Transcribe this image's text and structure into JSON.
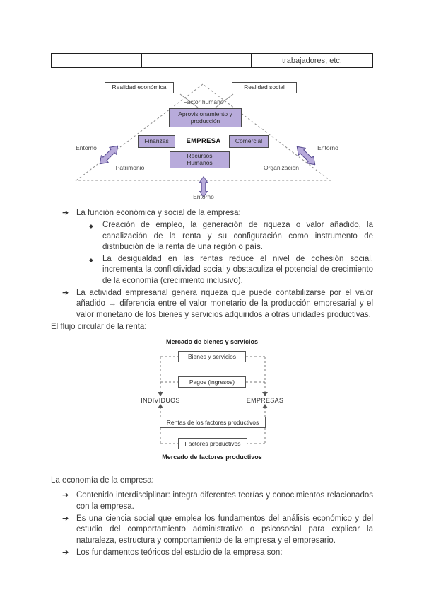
{
  "table": {
    "cells": [
      "",
      "",
      "trabajadores, etc."
    ]
  },
  "glyphs": {
    "arrow": "➔",
    "diamond": "◆"
  },
  "pyramid": {
    "realidad_economica": "Realidad económica",
    "realidad_social": "Realidad social",
    "factor_humano": "Factor humano",
    "aprovisionamiento": "Aprovisionamiento y producción",
    "finanzas": "Finanzas",
    "empresa": "EMPRESA",
    "comercial": "Comercial",
    "recursos_humanos": "Recursos Humanos",
    "entorno_left": "Entorno",
    "entorno_right": "Entorno",
    "entorno_bottom": "Entorno",
    "patrimonio": "Patrimonio",
    "organizacion": "Organización",
    "accent_fill": "#b8abdb",
    "accent_border": "#564a8f"
  },
  "section1": {
    "items": [
      {
        "level": 1,
        "text": "La función económica y social de la empresa:"
      },
      {
        "level": 2,
        "text": "Creación de empleo, la generación de riqueza o valor añadido, la canalización de la renta y su configuración como instrumento de distribución de la renta de una región o país."
      },
      {
        "level": 2,
        "text": "La desigualdad en las rentas reduce el nivel de cohesión social, incrementa la conflictividad social y obstaculiza el potencial de crecimiento de la economía (crecimiento inclusivo)."
      },
      {
        "level": 1,
        "text": "La actividad empresarial genera riqueza que puede contabilizarse por el valor añadido → diferencia entre el valor monetario de la producción empresarial y el valor monetario de los bienes y servicios adquiridos a otras unidades productivas."
      }
    ]
  },
  "flow_intro": "El flujo circular de la renta:",
  "flow": {
    "title_top": "Mercado de bienes y servicios",
    "bienes": "Bienes y servicios",
    "pagos": "Pagos (ingresos)",
    "individuos": "INDIVIDUOS",
    "empresas": "EMPRESAS",
    "rentas": "Rentas de los factores productivos",
    "factores": "Factores productivos",
    "title_bottom": "Mercado de factores productivos"
  },
  "section2": {
    "title": "La economía de la empresa:",
    "items": [
      {
        "text": "Contenido interdisciplinar: integra diferentes teorías y conocimientos relacionados con la empresa."
      },
      {
        "text": "Es una ciencia social que emplea los fundamentos del análisis económico y del estudio del comportamiento administrativo o psicosocial para explicar la naturaleza, estructura y comportamiento de la empresa y el empresario."
      },
      {
        "text": "Los fundamentos teóricos del estudio de la empresa son:"
      }
    ]
  }
}
